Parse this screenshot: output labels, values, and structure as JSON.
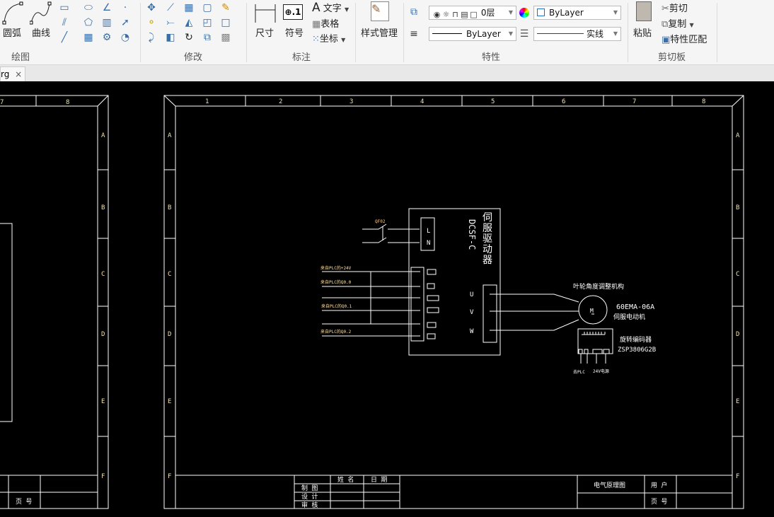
{
  "ribbon": {
    "draw": {
      "arc": "圆弧",
      "curve": "曲线",
      "group": "绘图"
    },
    "modify": {
      "group": "修改"
    },
    "annotate": {
      "dimension": "尺寸",
      "symbol": "符号",
      "symbol_icon": ".1",
      "text": "文字",
      "table": "表格",
      "coordinate": "坐标",
      "group": "标注"
    },
    "style": {
      "label": "样式管理"
    },
    "properties": {
      "layer": "0层",
      "color": "ByLayer",
      "lineweight": "ByLayer",
      "linetype": "实线",
      "group": "特性"
    },
    "clipboard": {
      "paste": "粘贴",
      "cut": "剪切",
      "copy": "复制",
      "match": "特性匹配",
      "group": "剪切板"
    }
  },
  "tab": {
    "name": "rg",
    "close": "×"
  },
  "colors": {
    "linetype_red": "#d00000",
    "canvas": "#000000",
    "lines": "#ffffff"
  },
  "drawing": {
    "left_frame": {
      "cols": [
        "7",
        "8"
      ],
      "rows": [
        "A",
        "B",
        "C",
        "D",
        "E",
        "F"
      ],
      "page_no": "页 号"
    },
    "cols": [
      "1",
      "2",
      "3",
      "4",
      "5",
      "6",
      "7",
      "8"
    ],
    "rows": [
      "A",
      "B",
      "C",
      "D",
      "E",
      "F"
    ],
    "servo_title": "伺服驱动器",
    "servo_model": "DCSF-C",
    "breaker": "QF02",
    "L": "L",
    "N": "N",
    "U": "U",
    "V": "V",
    "W": "W",
    "inputs": [
      "来自PLC的+24V",
      "来自PLC的Q0.0",
      "来自PLC的Q0.1",
      "来自PLC的Q0.2"
    ],
    "mechanism": "叶轮角度调整机构",
    "motor_model": "60EMA-06A",
    "motor_name": "伺服电动机",
    "motor_symbol": "M",
    "encoder_name": "旋转编码器",
    "encoder_model": "ZSP3806G2B",
    "encoder_out1": "去PLC",
    "encoder_out2": "24V电源",
    "title_block": {
      "name": "姓 名",
      "date": "日 期",
      "drawn": "制 图",
      "design": "设 计",
      "review": "审 核",
      "drawing_name": "电气原理图",
      "user": "用 户",
      "page_no": "页 号"
    }
  }
}
